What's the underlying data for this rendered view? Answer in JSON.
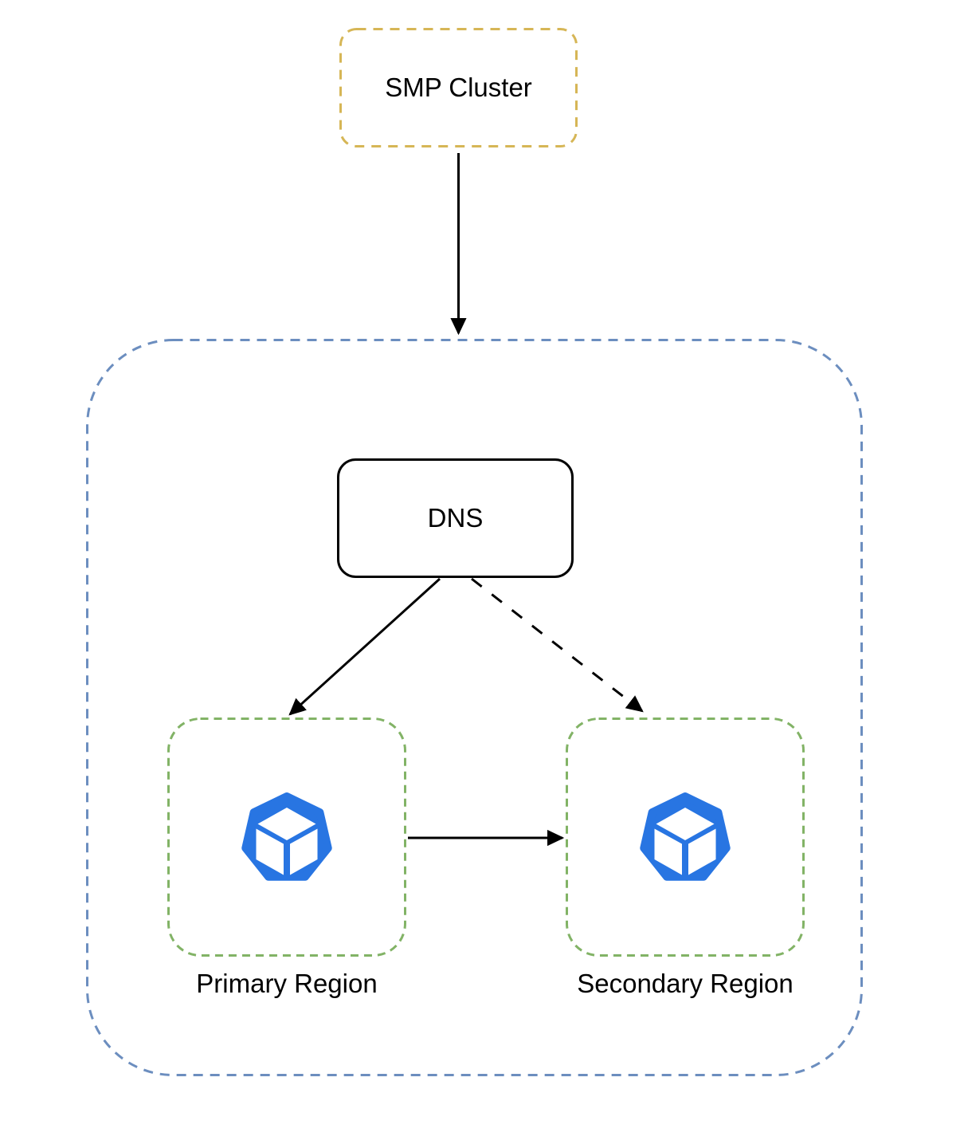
{
  "nodes": {
    "smp_cluster": {
      "label": "SMP Cluster"
    },
    "dns": {
      "label": "DNS"
    },
    "primary_region": {
      "label": "Primary Region"
    },
    "secondary_region": {
      "label": "Secondary Region"
    }
  },
  "edges": [
    {
      "from": "smp_cluster",
      "to": "dns_cluster_boundary",
      "style": "solid"
    },
    {
      "from": "dns",
      "to": "primary_region",
      "style": "solid"
    },
    {
      "from": "dns",
      "to": "secondary_region",
      "style": "dashed"
    },
    {
      "from": "primary_region",
      "to": "secondary_region",
      "style": "solid"
    }
  ],
  "icons": {
    "primary_region": "kubernetes-cube-icon",
    "secondary_region": "kubernetes-cube-icon"
  },
  "colors": {
    "smp_border": "#d6b656",
    "cluster_border": "#6c8ebf",
    "region_border": "#82b366",
    "dns_border": "#000000",
    "arrow": "#000000",
    "icon": "#2875e2",
    "icon_face": "#ffffff",
    "background": "#ffffff"
  }
}
